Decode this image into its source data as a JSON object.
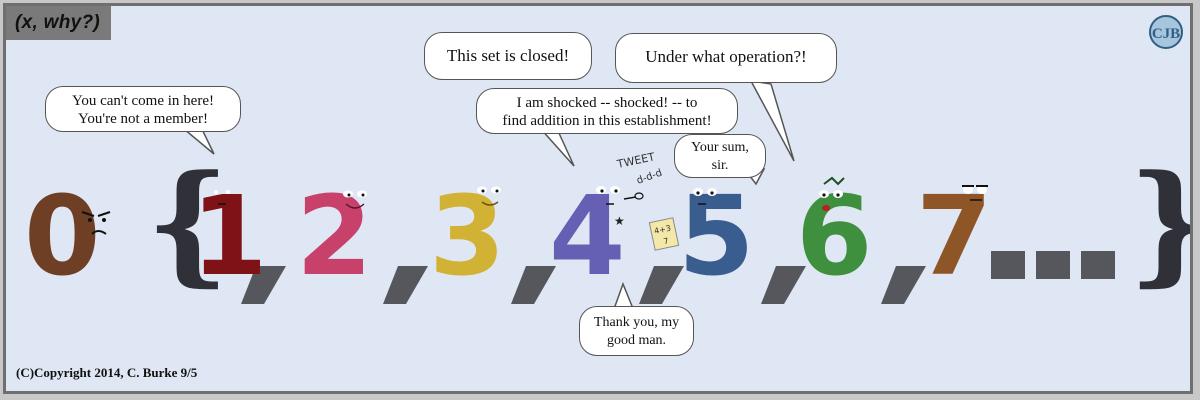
{
  "title": "(x, why?)",
  "logo_text": "CJB",
  "copyright": "(C)Copyright 2014, C. Burke 9/5",
  "bubbles": {
    "not_member": [
      "You can't come in here!",
      "You're not a member!"
    ],
    "set_closed": "This set is closed!",
    "operation": "Under what operation?!",
    "shocked": [
      "I am shocked -- shocked! -- to",
      "find addition in this establishment!"
    ],
    "your_sum": [
      "Your sum,",
      "sir."
    ],
    "thank_you": [
      "Thank you, my",
      "good man."
    ]
  },
  "numbers": {
    "outsider": "0",
    "members": [
      "1",
      "2",
      "3",
      "4",
      "5",
      "6",
      "7"
    ],
    "ellipsis": "...",
    "open_brace": "{",
    "close_brace": "}"
  },
  "note_text": "4+3",
  "note_result": "7",
  "tweet_label": "TWEET",
  "whistle_notes": "d-d-d",
  "colors": {
    "zero": "#6e3f24",
    "one": "#7e1216",
    "two": "#c8416b",
    "three": "#d2b234",
    "four": "#6560b4",
    "five": "#3a5d8f",
    "six": "#3e8f3e",
    "seven": "#8e5527",
    "braces": "#2f3038",
    "commas": "#56575c",
    "background": "#dfe7f4"
  }
}
